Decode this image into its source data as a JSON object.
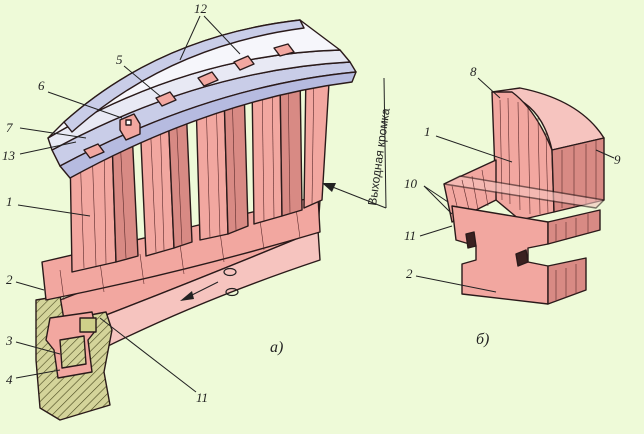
{
  "figure_a": {
    "caption": "а)",
    "edge_label": "Выходная кромка",
    "callouts": [
      "12",
      "5",
      "6",
      "7",
      "13",
      "1",
      "2",
      "3",
      "4",
      "11"
    ]
  },
  "figure_b": {
    "caption": "б)",
    "callouts": [
      "8",
      "1",
      "9",
      "10",
      "11",
      "2"
    ]
  },
  "colors": {
    "background": "#eefad8",
    "blade": "#f2a7a0",
    "blade_dark": "#d88a84",
    "shroud": "#c9cde8",
    "lock": "#cfd08a"
  }
}
